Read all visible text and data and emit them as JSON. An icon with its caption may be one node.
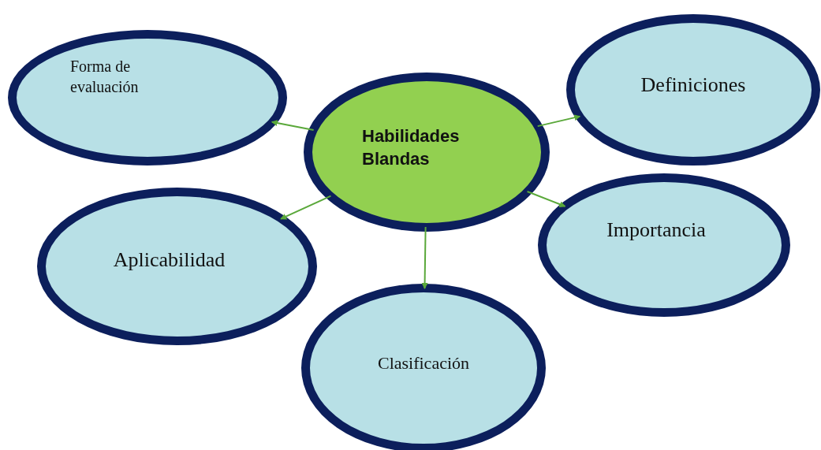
{
  "diagram": {
    "nodes": [
      {
        "text": [
          "Habilidades Blandas"
        ]
      },
      {
        "text": [
          "Forma de evaluación"
        ]
      },
      {
        "text": [
          "Definiciones"
        ]
      },
      {
        "text": [
          "Importancia"
        ]
      },
      {
        "text": [
          "Aplicabilidad"
        ]
      },
      {
        "text": [
          "Clasificación"
        ]
      }
    ],
    "edges": [
      {
        "from": 0,
        "to": 1,
        "arrow": "to"
      },
      {
        "from": 0,
        "to": 2,
        "arrow": "to"
      },
      {
        "from": 0,
        "to": 3,
        "arrow": "to"
      },
      {
        "from": 0,
        "to": 4,
        "arrow": "to"
      },
      {
        "from": 0,
        "to": 5,
        "arrow": "to"
      }
    ]
  }
}
